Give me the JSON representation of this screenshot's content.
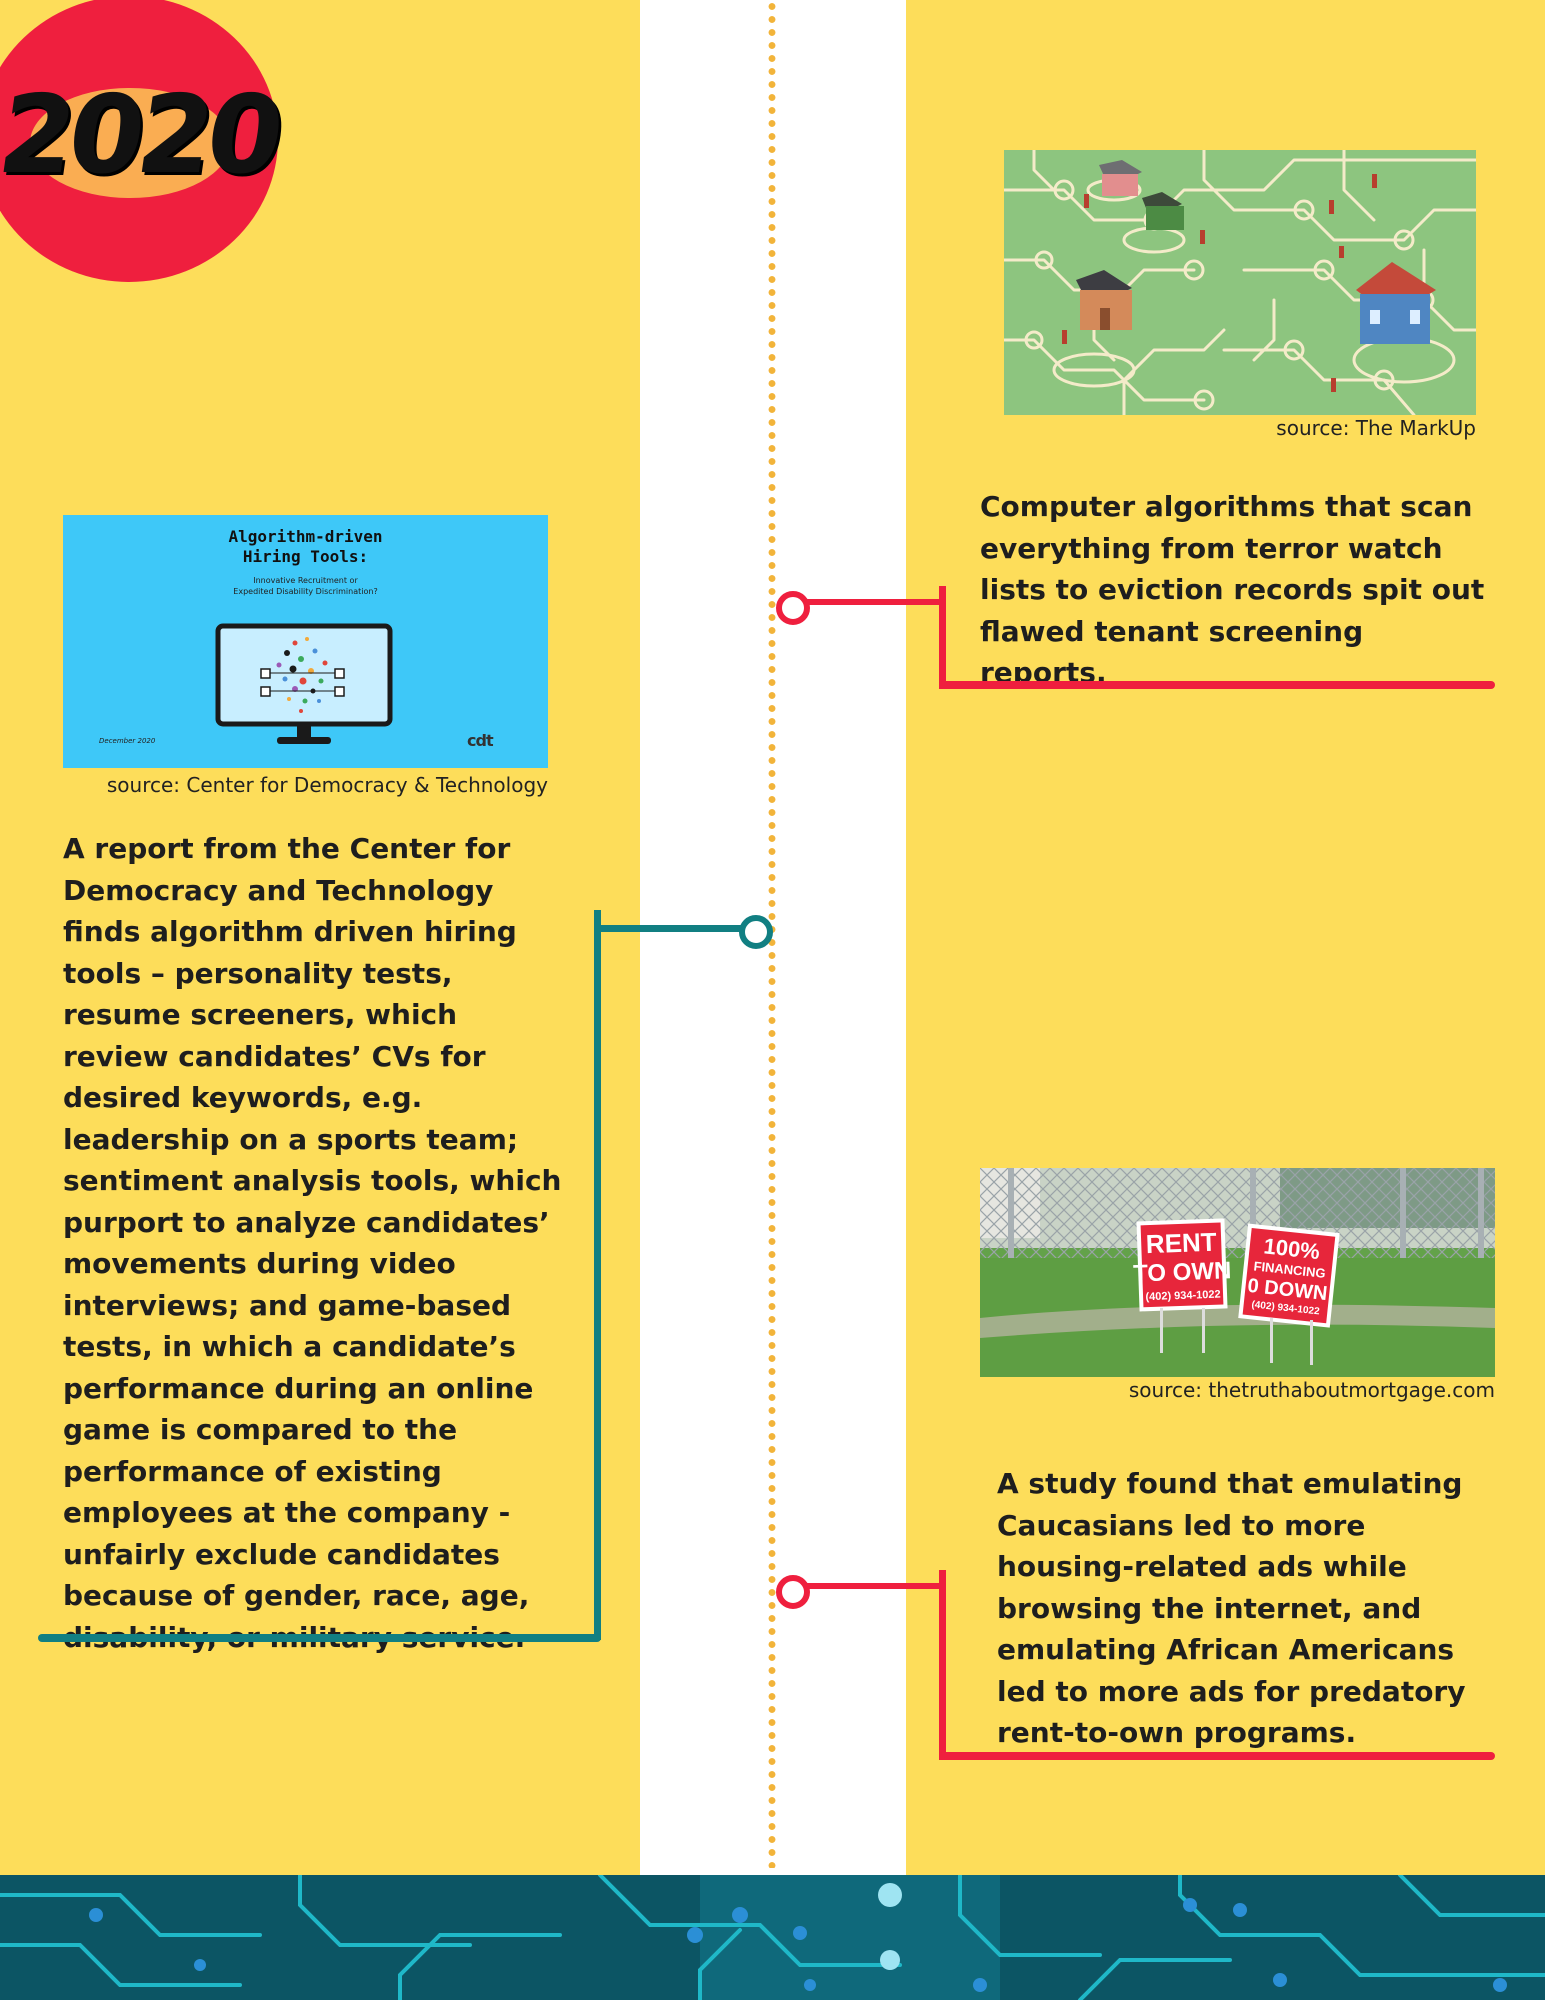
{
  "year": "2020",
  "colors": {
    "background": "#FDDD5A",
    "year_circle": "#EF1F3E",
    "red_connector": "#EF1F3E",
    "teal_connector": "#117F82",
    "dot_line": "#F2B43A",
    "footer": "#0A4D5C"
  },
  "entries": [
    {
      "id": "markup",
      "side": "right",
      "image_icon": "houses-illustration",
      "caption": "source: The MarkUp",
      "text": "Computer algorithms that scan everything from terror watch lists to eviction records spit out flawed tenant screening reports."
    },
    {
      "id": "cdt",
      "side": "left",
      "image_icon": "report-cover",
      "report": {
        "title_line1": "Algorithm-driven",
        "title_line2": "Hiring Tools:",
        "subtitle_line1": "Innovative Recruitment or",
        "subtitle_line2": "Expedited Disability Discrimination?",
        "date": "December 2020",
        "logo": "cdt"
      },
      "caption": "source: Center for Democracy & Technology",
      "text": "A report from the Center for Democracy and Technology finds algorithm driven hiring tools – personality tests, resume screeners, which review candidates’ CVs for desired keywords, e.g. leadership on a sports team; sentiment analysis tools, which purport to analyze candidates’ movements during video interviews; and game-based tests, in which a candidate’s performance during an online game is compared to the performance of existing employees at the company - unfairly exclude candidates because of gender, race, age, disability, or military service."
    },
    {
      "id": "mortgage",
      "side": "right",
      "image_icon": "yard-signs-photo",
      "signs": [
        {
          "line1": "RENT",
          "line2": "TO OWN",
          "phone": "(402) 934-1022"
        },
        {
          "line1": "100%",
          "line2": "FINANCING",
          "line3": "0 DOWN",
          "phone": "(402) 934-1022"
        }
      ],
      "caption": "source: thetruthaboutmortgage.com",
      "text": "A study found that emulating Caucasians led to more housing-related ads while browsing the internet, and emulating African Americans led to more ads for predatory rent-to-own programs."
    }
  ]
}
